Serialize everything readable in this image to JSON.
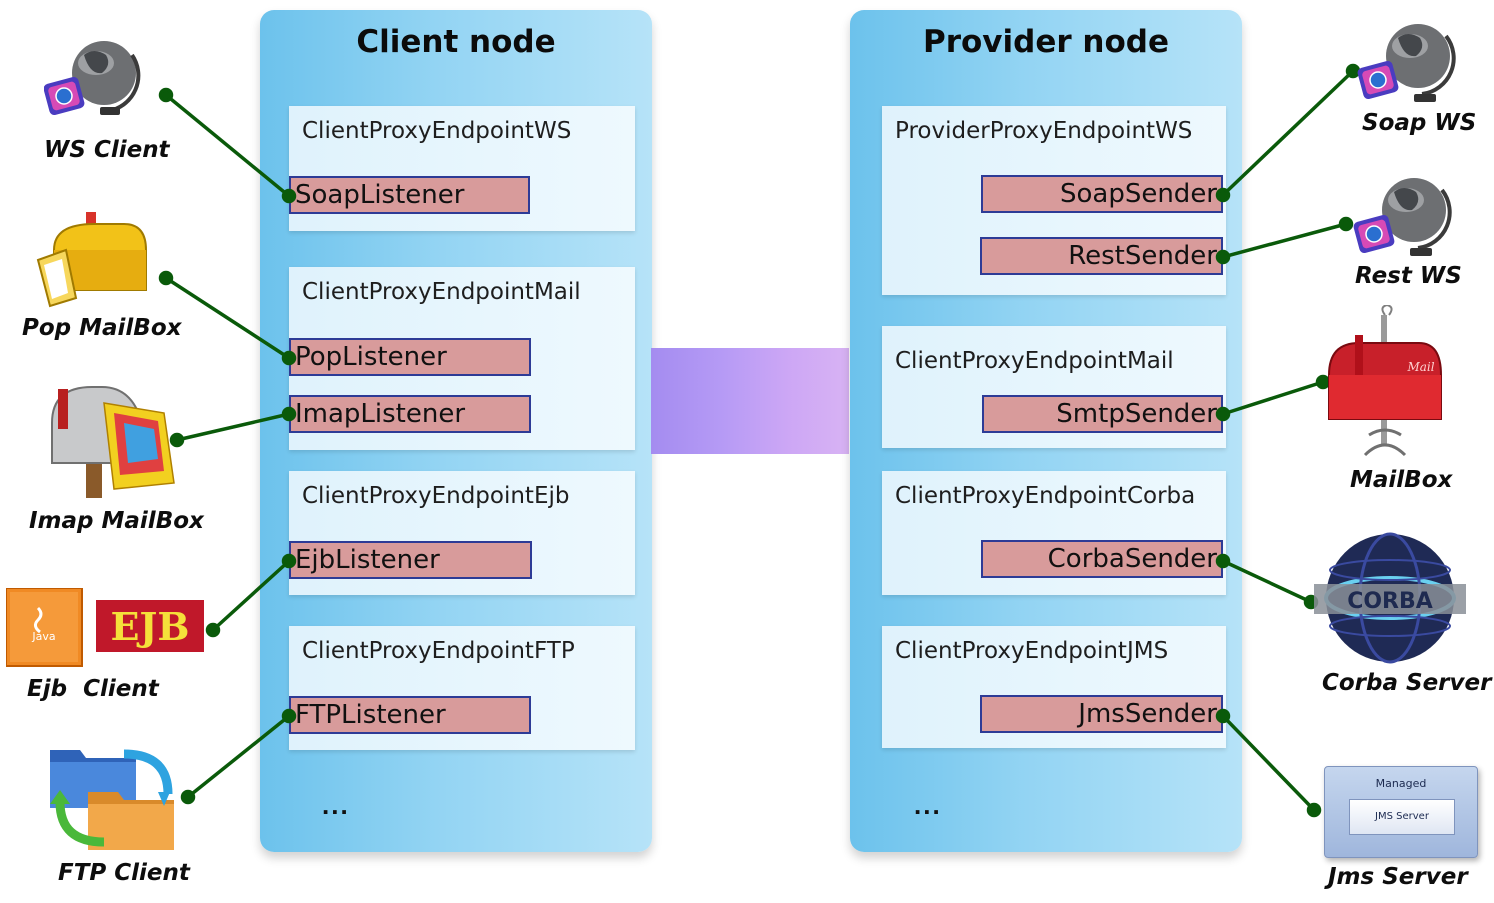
{
  "client_node": {
    "title": "Client node",
    "ellipsis": "...",
    "endpoints": [
      {
        "title": "ClientProxyEndpointWS",
        "components": [
          "SoapListener"
        ]
      },
      {
        "title": "ClientProxyEndpointMail",
        "components": [
          "PopListener",
          "ImapListener"
        ]
      },
      {
        "title": "ClientProxyEndpointEjb",
        "components": [
          "EjbListener"
        ]
      },
      {
        "title": "ClientProxyEndpointFTP",
        "components": [
          "FTPListener"
        ]
      }
    ]
  },
  "provider_node": {
    "title": "Provider node",
    "ellipsis": "...",
    "endpoints": [
      {
        "title": "ProviderProxyEndpointWS",
        "components": [
          "SoapSender",
          "RestSender"
        ]
      },
      {
        "title": "ClientProxyEndpointMail",
        "components": [
          "SmtpSender"
        ]
      },
      {
        "title": "ClientProxyEndpointCorba",
        "components": [
          "CorbaSender"
        ]
      },
      {
        "title": "ClientProxyEndpointJMS",
        "components": [
          "JmsSender"
        ]
      }
    ]
  },
  "external_clients": [
    {
      "label": "WS Client",
      "icon": "globe-icon"
    },
    {
      "label": "Pop MailBox",
      "icon": "yellow-mailbox-icon"
    },
    {
      "label": "Imap MailBox",
      "icon": "grey-mailbox-icon"
    },
    {
      "label": "Ejb  Client",
      "icon": "java-ejb-icon",
      "java_badge": "Java",
      "ejb_badge": "EJB"
    },
    {
      "label": "FTP Client",
      "icon": "folder-sync-icon"
    }
  ],
  "external_servers": [
    {
      "label": "Soap WS",
      "icon": "globe-icon"
    },
    {
      "label": "Rest WS",
      "icon": "globe-icon"
    },
    {
      "label": "MailBox",
      "icon": "red-mailbox-icon",
      "badge": "Mail"
    },
    {
      "label": "Corba Server",
      "icon": "corba-globe-icon",
      "badge": "CORBA"
    },
    {
      "label": "Jms Server",
      "icon": "jms-server-icon",
      "header": "Managed",
      "inner": "JMS Server"
    }
  ],
  "colors": {
    "connector": "#0a5a0a",
    "component_fill": "#d89b9b",
    "component_border": "#2d3b96",
    "node_panel": "#93d4f3",
    "bridge": "#b59af5"
  }
}
